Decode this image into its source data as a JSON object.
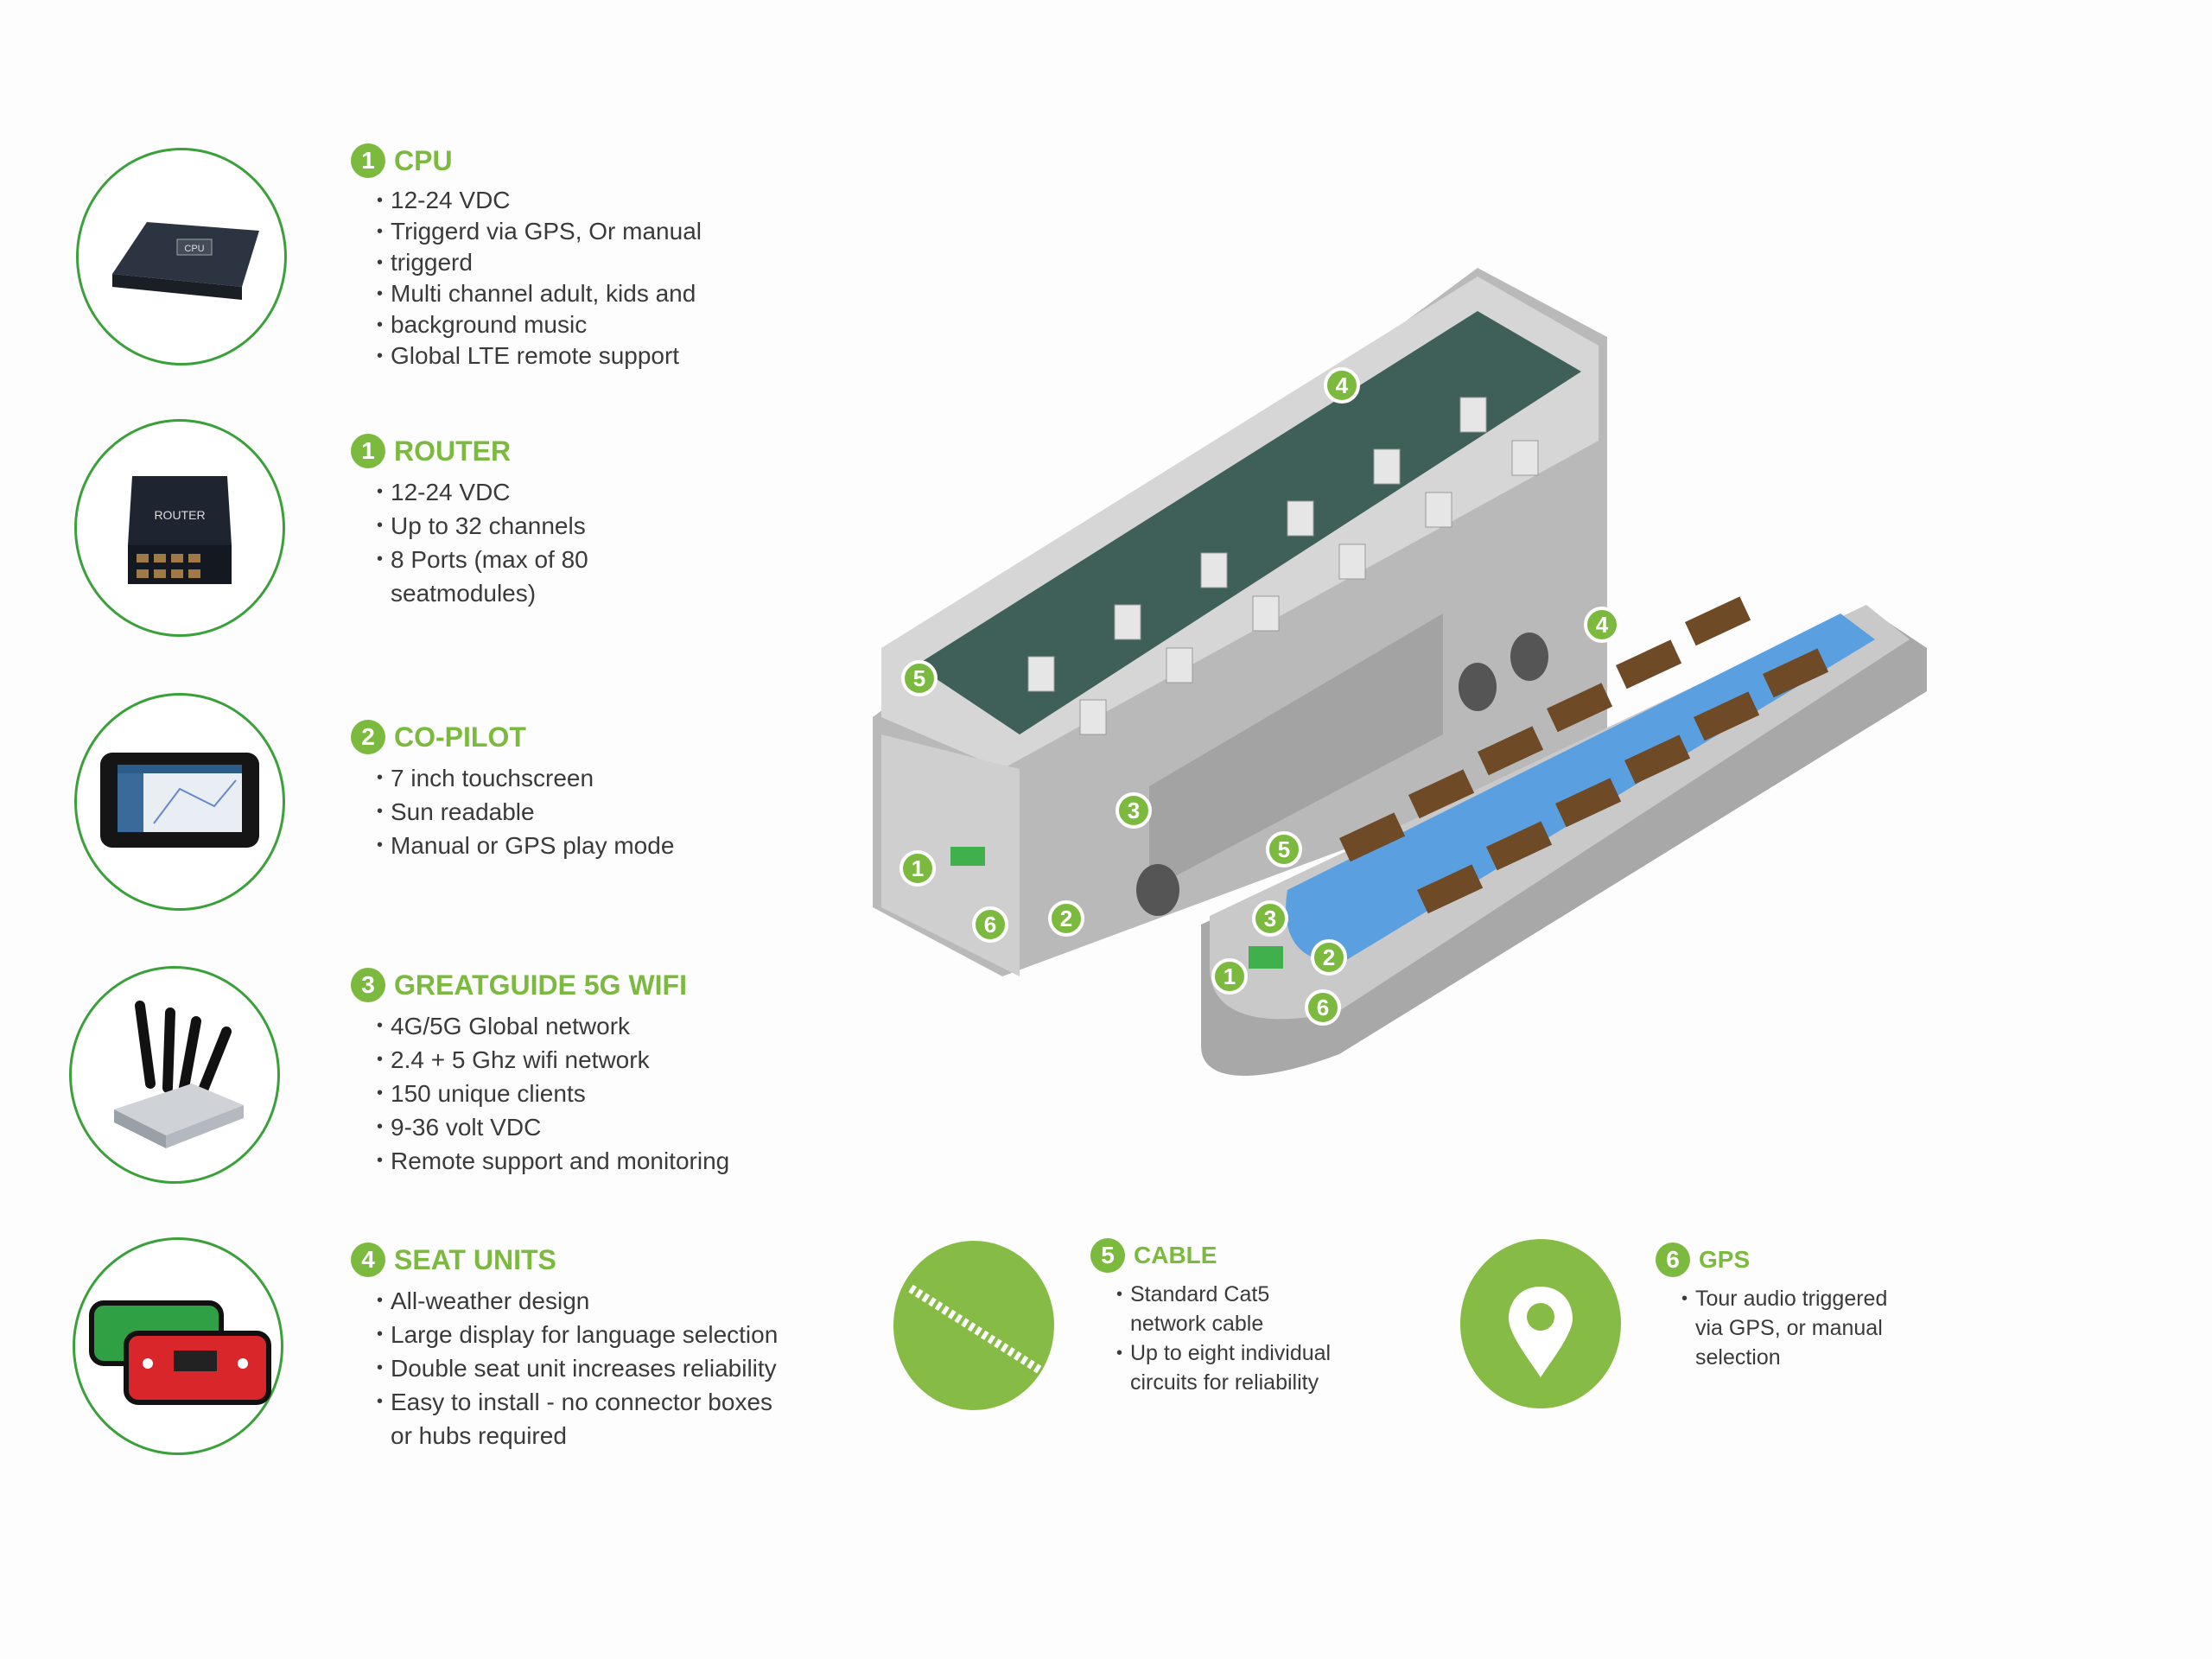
{
  "accent": "#7cba3f",
  "sections": [
    {
      "num": "1",
      "title": "CPU",
      "bullets": [
        "12-24 VDC",
        "Triggerd via GPS, Or manual",
        "triggerd",
        "Multi channel adult, kids and",
        "background music",
        "Global LTE remote support"
      ],
      "device_label": "CPU"
    },
    {
      "num": "1",
      "title": "ROUTER",
      "bullets": [
        "12-24 VDC",
        "Up to 32 channels",
        "8 Ports (max of 80",
        "seatmodules)"
      ],
      "device_label": "ROUTER"
    },
    {
      "num": "2",
      "title": "CO-PILOT",
      "bullets": [
        "7 inch touchscreen",
        "Sun readable",
        "Manual or GPS play mode"
      ]
    },
    {
      "num": "3",
      "title": "GREATGUIDE 5G WIFI",
      "bullets": [
        "4G/5G Global network",
        "2.4 + 5 Ghz wifi network",
        "150 unique clients",
        "9-36 volt VDC",
        "Remote support and monitoring"
      ]
    },
    {
      "num": "4",
      "title": "SEAT UNITS",
      "bullets": [
        "All-weather design",
        "Large display for language selection",
        "Double seat unit increases reliability",
        "Easy to install - no connector boxes",
        "or hubs required"
      ]
    },
    {
      "num": "5",
      "title": "CABLE",
      "bullets": [
        "Standard Cat5",
        "network cable",
        "Up to eight individual",
        "circuits for reliability"
      ]
    },
    {
      "num": "6",
      "title": "GPS",
      "bullets": [
        "Tour audio triggered",
        "via GPS, or manual",
        "selection"
      ]
    }
  ],
  "markers": {
    "bus": [
      "1",
      "2",
      "3",
      "4",
      "5",
      "6"
    ],
    "boat": [
      "1",
      "2",
      "3",
      "4",
      "5",
      "6"
    ]
  }
}
